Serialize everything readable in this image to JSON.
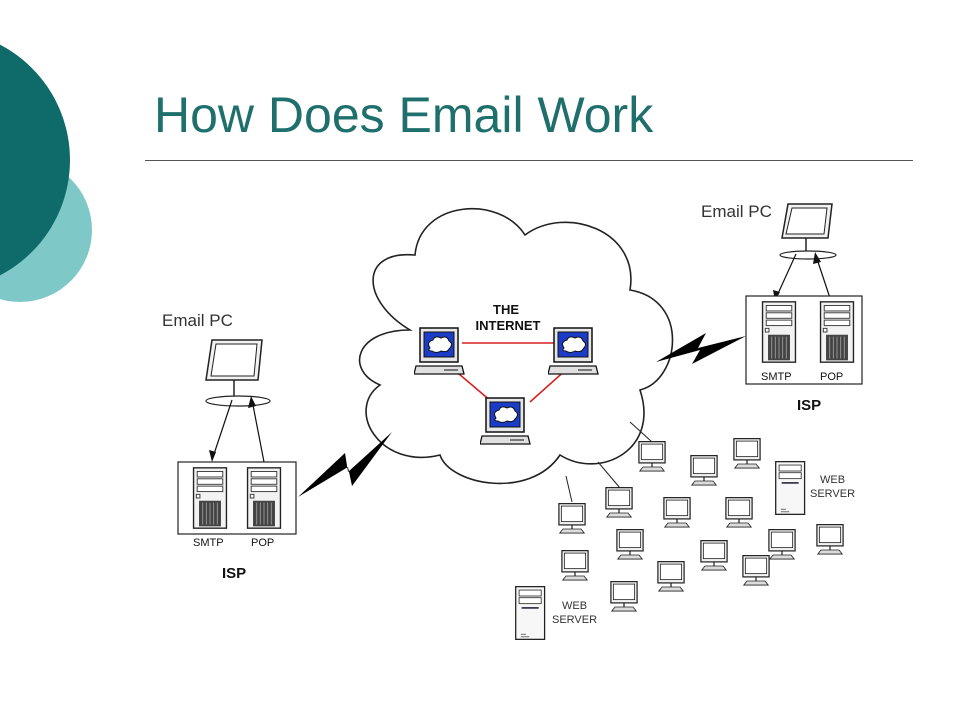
{
  "slide": {
    "title": "How Does Email Work",
    "theme_colors": {
      "title": "#1f6f6d",
      "circle_dark": "#0e6b69",
      "circle_light": "#7ec8c8"
    }
  },
  "diagram": {
    "internet_label_line1": "THE",
    "internet_label_line2": "INTERNET",
    "left": {
      "pc_label": "Email PC",
      "smtp_label": "SMTP",
      "pop_label": "POP",
      "isp_label": "ISP"
    },
    "right": {
      "pc_label": "Email PC",
      "smtp_label": "SMTP",
      "pop_label": "POP",
      "isp_label": "ISP"
    },
    "web_server_1": {
      "line1": "WEB",
      "line2": "SERVER"
    },
    "web_server_2": {
      "line1": "WEB",
      "line2": "SERVER"
    },
    "internet_link_color": "#d92020",
    "screen_color": "#1a3cc9"
  }
}
